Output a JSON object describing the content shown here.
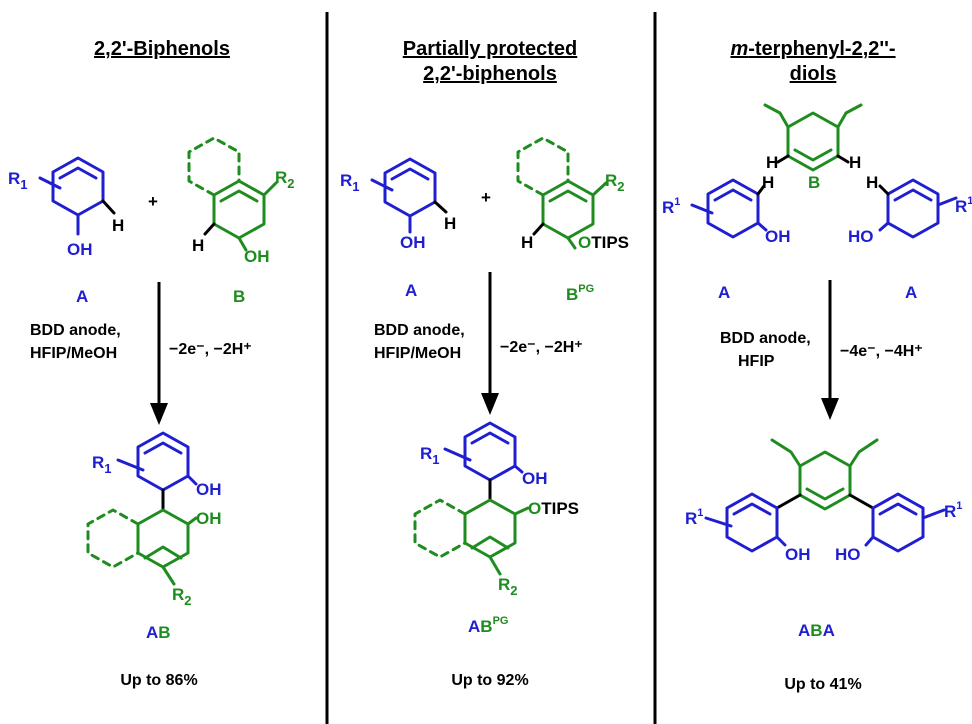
{
  "panels": [
    {
      "title": "2,2'-Biphenols",
      "label_A": "A",
      "label_B": "B",
      "conditions_1": "BDD anode,",
      "conditions_2": "HFIP/MeOH",
      "electrons": "−2e⁻, −2H⁺",
      "product_A": "A",
      "product_B": "B",
      "yield": "Up to 86%"
    },
    {
      "title_1": "Partially protected",
      "title_2": "2,2'-biphenols",
      "label_A": "A",
      "label_B": "B",
      "label_B_sup": "PG",
      "conditions_1": "BDD anode,",
      "conditions_2": "HFIP/MeOH",
      "electrons": "−2e⁻, −2H⁺",
      "product_A": "A",
      "product_B": "B",
      "product_sup": "PG",
      "yield": "Up to 92%"
    },
    {
      "title_1_italic": "m",
      "title_1_rest": "-terphenyl-2,2''-",
      "title_2": "diols",
      "label_A_left": "A",
      "label_B": "B",
      "label_A_right": "A",
      "conditions_1": "BDD anode,",
      "conditions_2": "HFIP",
      "electrons": "−4e⁻, −4H⁺",
      "product_A1": "A",
      "product_B": "B",
      "product_A2": "A",
      "yield": "Up to 41%"
    }
  ],
  "atoms": {
    "R": "R",
    "sub1": "1",
    "sub2": "2",
    "sup1": "1",
    "OH": "OH",
    "HO": "HO",
    "H": "H",
    "OTIPS": "OTIPS",
    "plus": "+"
  },
  "colors": {
    "fragment_A": "#1f1fd1",
    "fragment_B": "#1f8c1f",
    "text": "#000000"
  }
}
